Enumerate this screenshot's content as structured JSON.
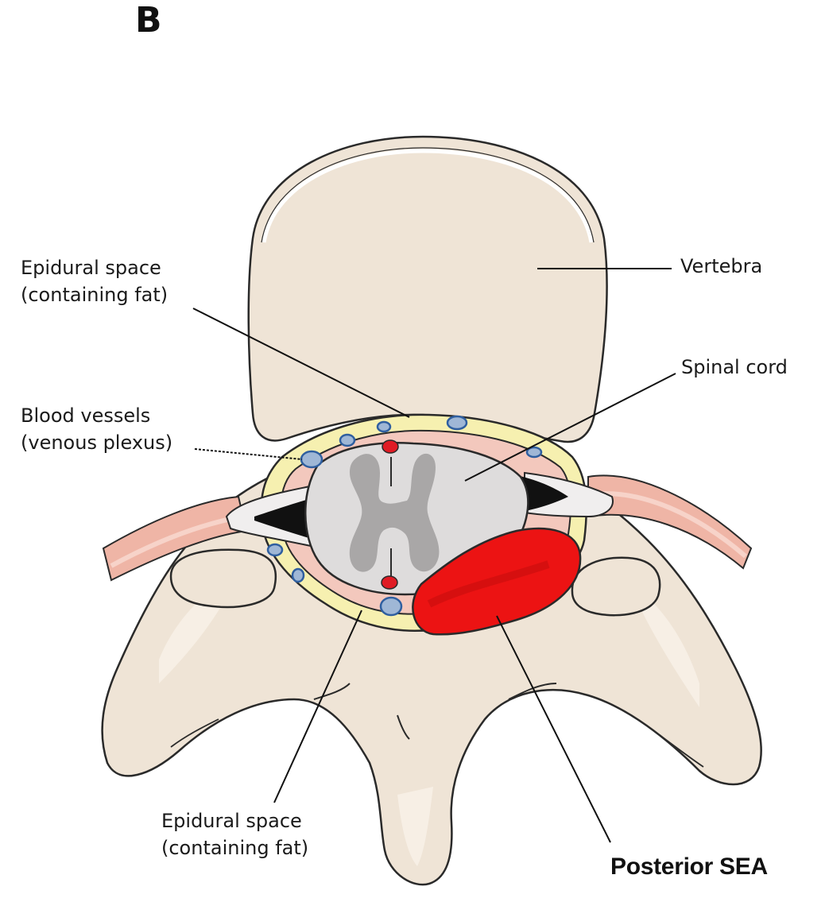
{
  "panel": {
    "letter": "B"
  },
  "labels": {
    "epidural_top": {
      "line1": "Epidural space",
      "line2": "(containing fat)"
    },
    "blood_vessels": {
      "line1": "Blood vessels",
      "line2": "(venous plexus)"
    },
    "vertebra": "Vertebra",
    "spinal_cord": "Spinal cord",
    "epidural_bottom": {
      "line1": "Epidural space",
      "line2": "(containing fat)"
    },
    "posterior_sea": "Posterior SEA"
  },
  "colors": {
    "bone": "#efe4d6",
    "bone_shadow": "#e2d3c1",
    "outline": "#2a2a2a",
    "fat": "#f6f0b0",
    "dura": "#f3c8bd",
    "nerve_root": "#efb5a6",
    "cord": "#dedcdc",
    "grey_matter": "#a9a7a7",
    "vein_fill": "#9fb7d6",
    "vein_stroke": "#2f5fa0",
    "artery": "#e01b24",
    "abscess": "#ec1313"
  }
}
